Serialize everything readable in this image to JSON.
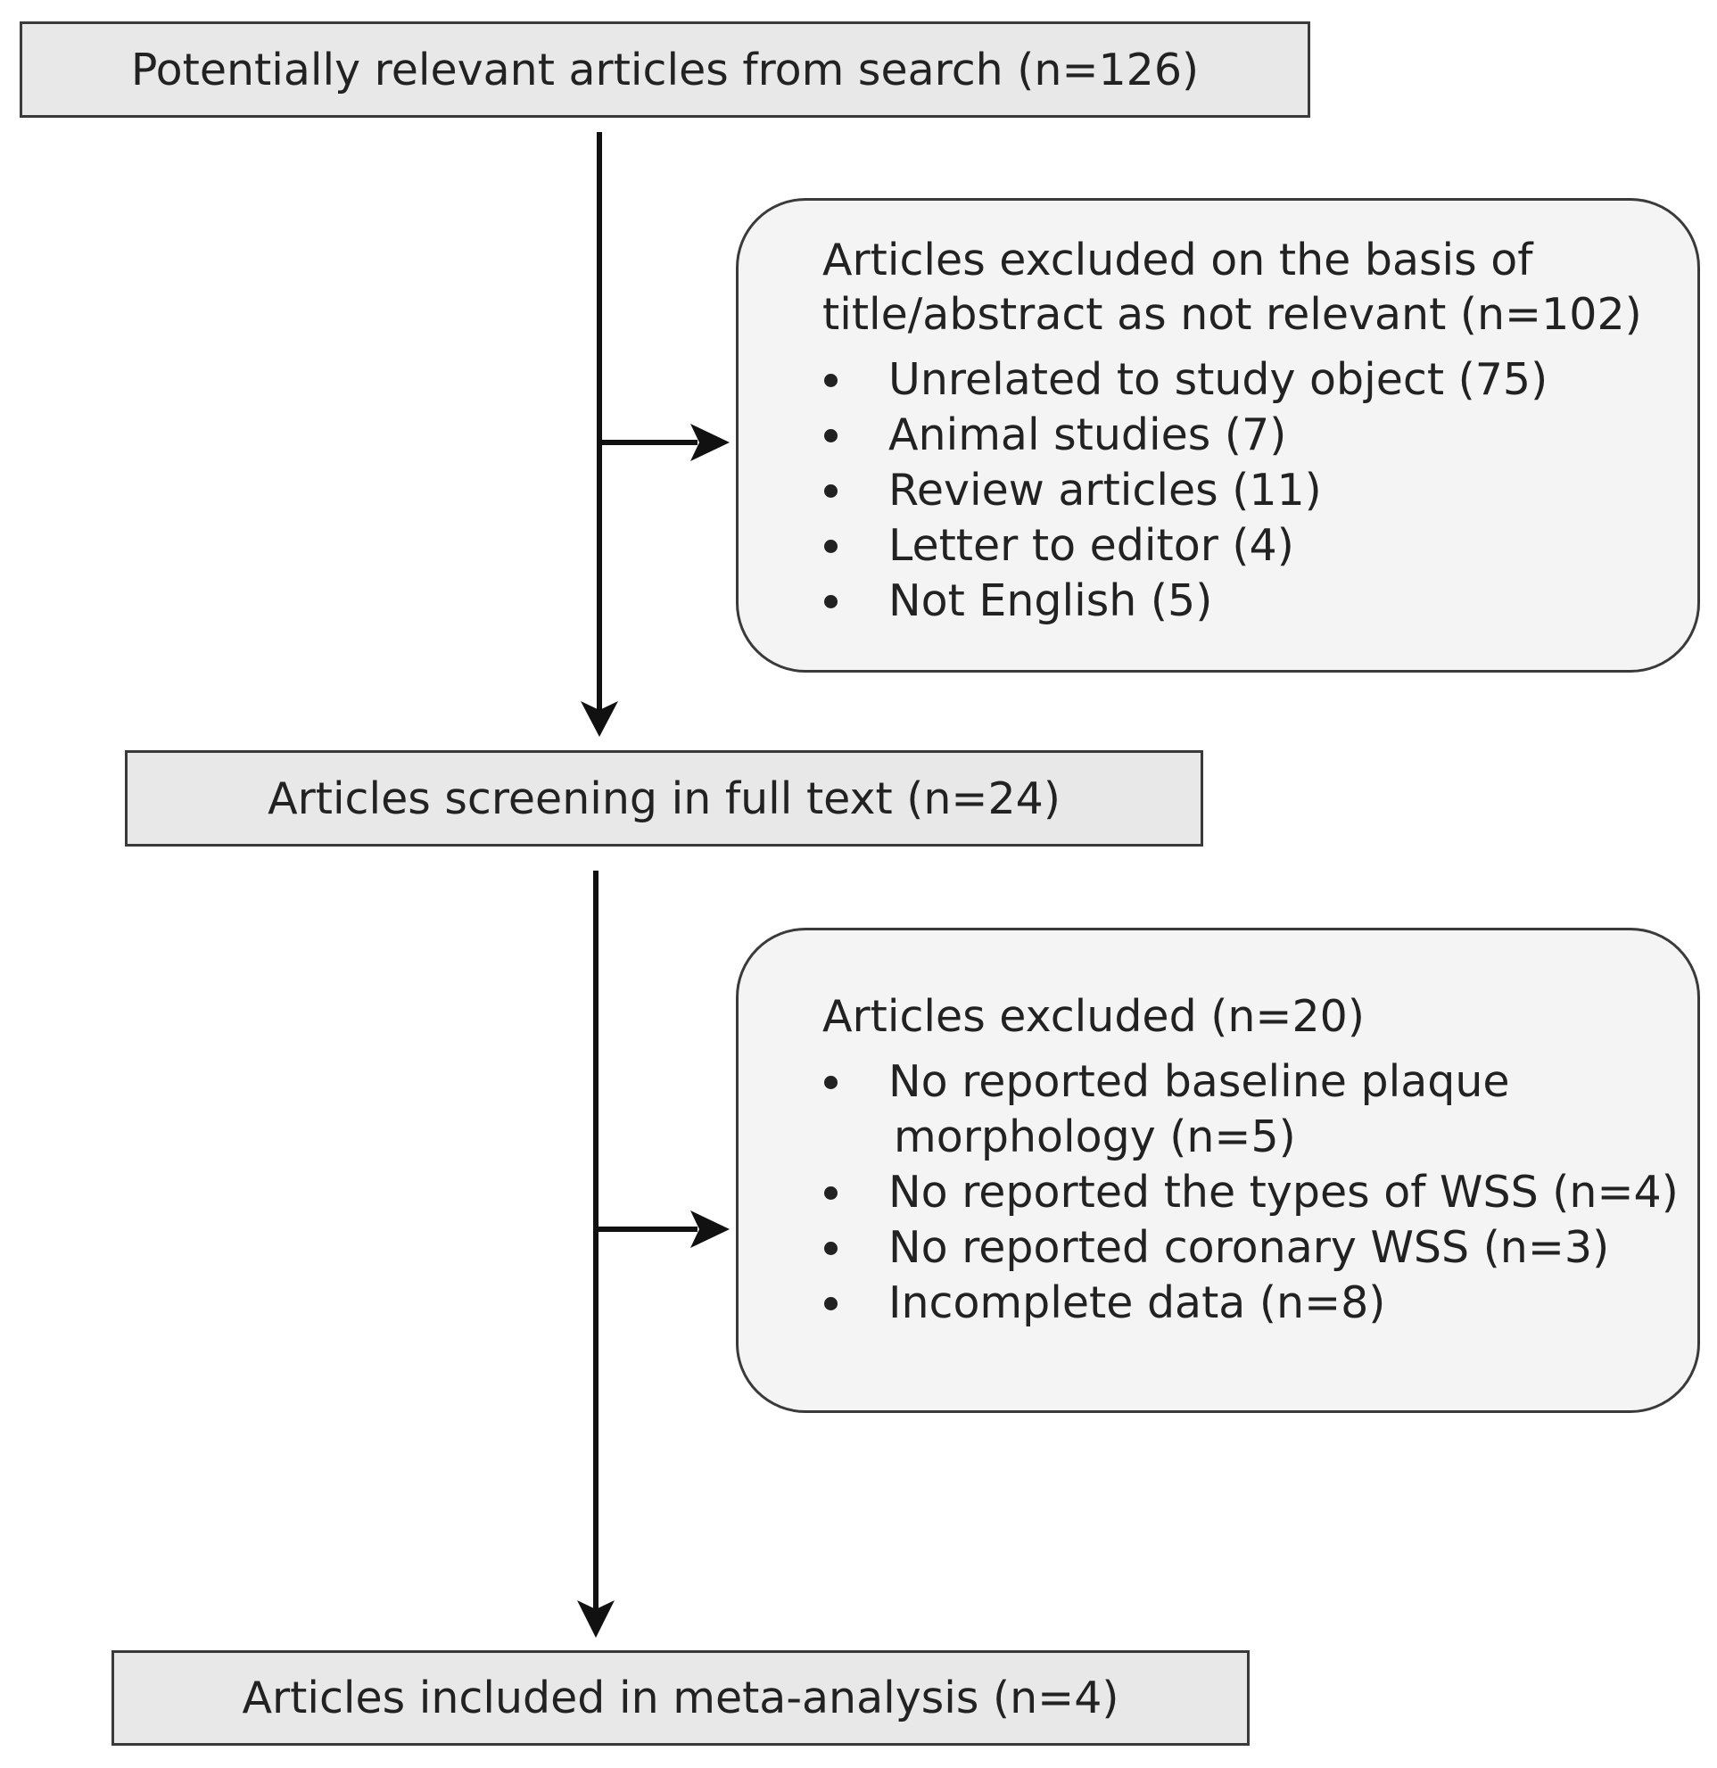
{
  "flowchart": {
    "search_box": {
      "label": "Potentially relevant articles from search (n=126)"
    },
    "exclusion_1": {
      "heading_lines": [
        "Articles excluded on the basis of",
        "title/abstract as not relevant (n=102)"
      ],
      "items": [
        {
          "lines": [
            "Unrelated to study object (75)"
          ]
        },
        {
          "lines": [
            "Animal studies (7)"
          ]
        },
        {
          "lines": [
            "Review articles (11)"
          ]
        },
        {
          "lines": [
            "Letter to editor (4)"
          ]
        },
        {
          "lines": [
            "Not English (5)"
          ]
        }
      ]
    },
    "screening_box": {
      "label": "Articles screening in full text (n=24)"
    },
    "exclusion_2": {
      "heading_lines": [
        "Articles excluded (n=20)"
      ],
      "items": [
        {
          "lines": [
            "No reported baseline plaque",
            "morphology (n=5)"
          ]
        },
        {
          "lines": [
            "No reported the types of WSS (n=4)"
          ]
        },
        {
          "lines": [
            "No reported coronary WSS (n=3)"
          ]
        },
        {
          "lines": [
            "Incomplete data (n=8)"
          ]
        }
      ]
    },
    "included_box": {
      "label": "Articles included in meta-analysis (n=4)"
    }
  },
  "colors": {
    "box_fill": "#e8e8e8",
    "rounded_box_fill": "#f4f4f4",
    "border": "#3a3a3a",
    "arrow": "#111111",
    "text": "#222222"
  }
}
